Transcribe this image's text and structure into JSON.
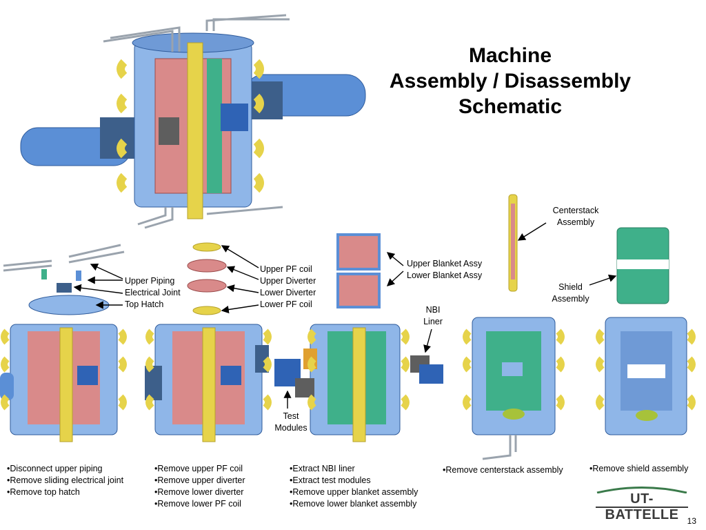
{
  "slide": {
    "title_lines": [
      "Machine",
      "Assembly / Disassembly",
      "Schematic"
    ],
    "page_number": "13",
    "logo_text": "UT-BATTELLE"
  },
  "labels": {
    "upper_piping": "Upper Piping",
    "electrical_joint": "Electrical Joint",
    "top_hatch": "Top Hatch",
    "upper_pf_coil": "Upper PF coil",
    "upper_diverter": "Upper Diverter",
    "lower_diverter": "Lower Diverter",
    "lower_pf_coil": "Lower PF coil",
    "upper_blanket_assy": "Upper Blanket Assy",
    "lower_blanket_assy": "Lower Blanket Assy",
    "nbi_liner": [
      "NBI",
      "Liner"
    ],
    "test_modules": [
      "Test",
      "Modules"
    ],
    "centerstack_assembly": [
      "Centerstack",
      "Assembly"
    ],
    "shield_assembly": [
      "Shield",
      "Assembly"
    ]
  },
  "steps": [
    [
      "Disconnect upper piping",
      "Remove sliding electrical joint",
      "Remove top hatch"
    ],
    [
      "Remove upper PF coil",
      "Remove upper diverter",
      "Remove lower diverter",
      "Remove lower PF coil"
    ],
    [
      "Extract NBI liner",
      "Extract test modules",
      "Remove upper blanket assembly",
      "Remove lower blanket assembly"
    ],
    [
      "Remove centerstack assembly"
    ],
    [
      "Remove shield assembly"
    ]
  ],
  "colors": {
    "vessel_blue": "#5b8fd6",
    "coil_yellow": "#e6d34a",
    "blanket_pink": "#d98a8a",
    "shield_green": "#3fb08a",
    "pipe_gray": "#9aa3ad"
  }
}
